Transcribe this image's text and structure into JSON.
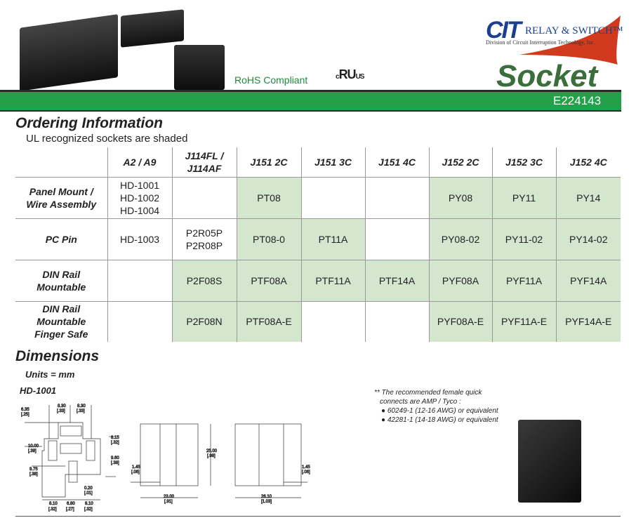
{
  "header": {
    "rohs": "RoHS Compliant",
    "ul_mark": {
      "c": "c",
      "ul": "RU",
      "us": "US"
    },
    "brand": "CIT",
    "brand_tagline": "RELAY & SWITCH™",
    "brand_division": "Division of Circuit Interruption Technology, Inc.",
    "product": "Socket",
    "file_number": "E224143",
    "colors": {
      "green_bar": "#22a04a",
      "product_title": "#3a6e3a",
      "brand_blue": "#1a3f8f",
      "shade": "#d4e6cd"
    }
  },
  "ordering": {
    "title": "Ordering Information",
    "subtitle": "UL recognized sockets are shaded",
    "columns": [
      "",
      "A2 / A9",
      "J114FL / J114AF",
      "J151 2C",
      "J151 3C",
      "J151 4C",
      "J152 2C",
      "J152 3C",
      "J152 4C"
    ],
    "rows": [
      {
        "label": "Panel Mount / Wire Assembly",
        "cells": [
          "HD-1001 HD-1002 HD-1004",
          "",
          "PT08",
          "",
          "",
          "PY08",
          "PY11",
          "PY14"
        ],
        "shaded": [
          false,
          false,
          true,
          false,
          false,
          true,
          true,
          true
        ]
      },
      {
        "label": "PC Pin",
        "cells": [
          "HD-1003",
          "P2R05P P2R08P",
          "PT08-0",
          "PT11A",
          "",
          "PY08-02",
          "PY11-02",
          "PY14-02"
        ],
        "shaded": [
          false,
          false,
          true,
          true,
          false,
          true,
          true,
          true
        ]
      },
      {
        "label": "DIN Rail Mountable",
        "cells": [
          "",
          "P2F08S",
          "PTF08A",
          "PTF11A",
          "PTF14A",
          "PYF08A",
          "PYF11A",
          "PYF14A"
        ],
        "shaded": [
          false,
          true,
          true,
          true,
          true,
          true,
          true,
          true
        ]
      },
      {
        "label": "DIN Rail Mountable Finger Safe",
        "cells": [
          "",
          "P2F08N",
          "PTF08A-E",
          "",
          "",
          "PYF08A-E",
          "PYF11A-E",
          "PYF14A-E"
        ],
        "shaded": [
          false,
          true,
          true,
          false,
          false,
          true,
          true,
          true
        ]
      }
    ]
  },
  "dimensions": {
    "title": "Dimensions",
    "units": "Units = mm",
    "model": "HD-1001",
    "labels": {
      "d635": "6.35",
      "d635i": "[.25]",
      "d830a": "8.30",
      "d830ai": "[.33]",
      "d830b": "8.30",
      "d830bi": "[.33]",
      "d815": "8.15",
      "d815i": "[.32]",
      "d1000": "10.00",
      "d1000i": "[.39]",
      "d960": "9.60",
      "d960i": "[.38]",
      "d975": "9.75",
      "d975i": "[.38]",
      "d020": "0.20",
      "d020i": "[.01]",
      "d810a": "8.10",
      "d810ai": "[.32]",
      "d680": "6.80",
      "d680i": "[.27]",
      "d810b": "8.10",
      "d810bi": "[.32]",
      "d145a": "1.45",
      "d145ai": "[.06]",
      "d2500": "25.00",
      "d2500i": "[.98]",
      "d2300": "23.00",
      "d2300i": "[.91]",
      "d145b": "1.45",
      "d145bi": "[.06]",
      "d2610": "26.10",
      "d2610i": "[1.03]"
    },
    "note": [
      "** The recommended female quick",
      "connects are AMP / Tyco :",
      "● 60249-1 (12-16 AWG) or equivalent",
      "● 42281-1 (14-18 AWG) or equivalent"
    ]
  }
}
